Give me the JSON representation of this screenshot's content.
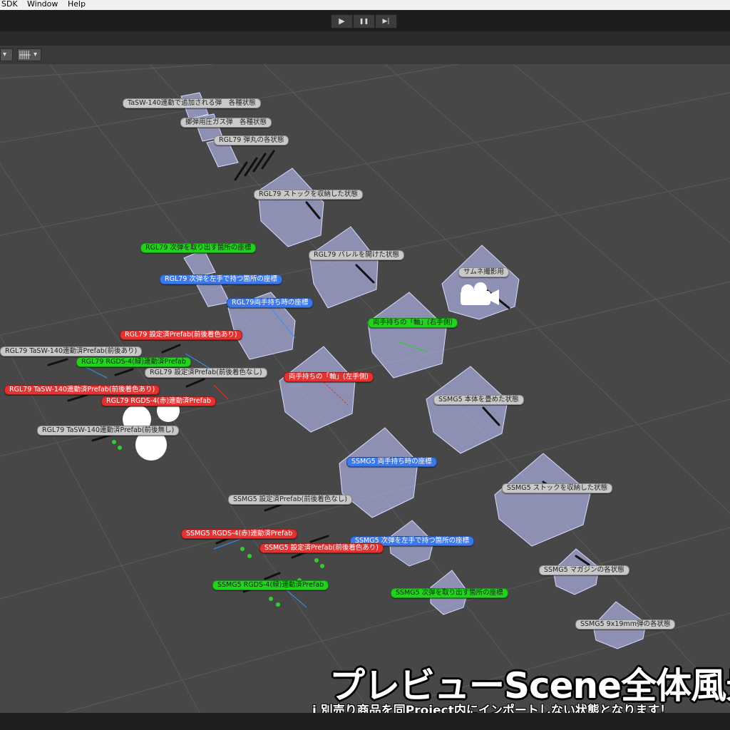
{
  "menu": {
    "items": [
      "SDK",
      "Window",
      "Help"
    ]
  },
  "playback": {
    "play": "▶",
    "pause": "❚❚",
    "step": "▶|"
  },
  "scene_toolbar": {
    "gizmos_icon": "wireframe-grid-icon",
    "dropdown_arrow": "▾"
  },
  "scene": {
    "labels": [
      {
        "text": "TaSW-140連動で追加される弾　各種状態",
        "color": "gray"
      },
      {
        "text": "擲弾用圧ガス弾　各種状態",
        "color": "gray"
      },
      {
        "text": "RGL79 弾丸の各状態",
        "color": "gray"
      },
      {
        "text": "RGL79 ストックを収納した状態",
        "color": "gray"
      },
      {
        "text": "RGL79 次弾を取り出す箇所の座標",
        "color": "green"
      },
      {
        "text": "RGL79 バレルを開けた状態",
        "color": "gray"
      },
      {
        "text": "RGL79 次弾を左手で持つ箇所の座標",
        "color": "blue"
      },
      {
        "text": "サムネ撮影用",
        "color": "gray"
      },
      {
        "text": "RGL79両手持ち時の座標",
        "color": "blue"
      },
      {
        "text": "両手持ちの「軸」(右手側)",
        "color": "green"
      },
      {
        "text": "RGL79 設定済Prefab(前後着色あり)",
        "color": "red"
      },
      {
        "text": "RGL79 TaSW-140連動済Prefab(前後あり)",
        "color": "gray"
      },
      {
        "text": "RGL79 RGDS-4(緑)連動済Prefab",
        "color": "green"
      },
      {
        "text": "RGL79 設定済Prefab(前後着色なし)",
        "color": "gray"
      },
      {
        "text": "両手持ちの「軸」(左手側)",
        "color": "red"
      },
      {
        "text": "RGL79 TaSW-140連動済Prefab(前後着色あり)",
        "color": "red"
      },
      {
        "text": "RGL79 RGDS-4(赤)連動済Prefab",
        "color": "red"
      },
      {
        "text": "SSMG5 本体を畳めた状態",
        "color": "gray"
      },
      {
        "text": "RGL79 TaSW-140連動済Prefab(前後無し)",
        "color": "gray"
      },
      {
        "text": "SSMG5 両手持ち時の座標",
        "color": "blue"
      },
      {
        "text": "SSMG5 ストックを収納した状態",
        "color": "gray"
      },
      {
        "text": "SSMG5 設定済Prefab(前後着色なし)",
        "color": "gray"
      },
      {
        "text": "SSMG5 RGDS-4(赤)連動済Prefab",
        "color": "red"
      },
      {
        "text": "SSMG5 次弾を左手で持つ箇所の座標",
        "color": "blue"
      },
      {
        "text": "SSMG5 設定済Prefab(前後着色あり)",
        "color": "red"
      },
      {
        "text": "SSMG5 マガジンの各状態",
        "color": "gray"
      },
      {
        "text": "SSMG5 RGDS-4(緑)連動済Prefab",
        "color": "green"
      },
      {
        "text": "SSMG5 次弾を取り出す箇所の座標",
        "color": "green"
      },
      {
        "text": "SSMG5 9x19mm弾の各状態",
        "color": "gray"
      }
    ],
    "camera_icon": "camera-icon"
  },
  "caption": {
    "title": "プレビューScene全体風景",
    "note": "i 別売り商品を同Project内にインポートしない状態となります！"
  }
}
